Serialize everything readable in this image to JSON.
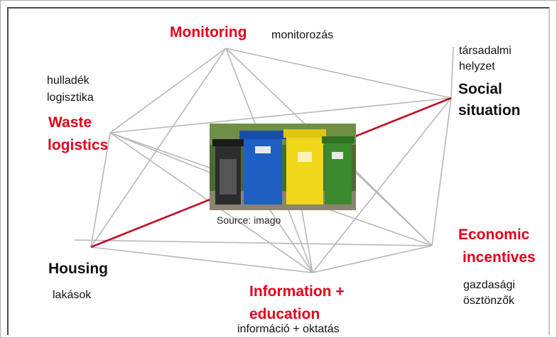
{
  "nodes": {
    "monitoring": {
      "en": "Monitoring",
      "hu": "monitorozás"
    },
    "social": {
      "hu_line1": "társadalmi",
      "hu_line2": "helyzet",
      "en_line1": "Social",
      "en_line2": "situation"
    },
    "waste": {
      "hu_line1": "hulladék",
      "hu_line2": "logisztika",
      "en_line1": "Waste",
      "en_line2": "logistics"
    },
    "housing": {
      "en": "Housing",
      "hu": "lakások"
    },
    "information": {
      "en_line1": "Information +",
      "en_line2": "education",
      "hu": "információ + oktatás"
    },
    "economic": {
      "en_line1": "Economic",
      "en_line2": "incentives",
      "hu_line1": "gazdasági",
      "hu_line2": "ösztönzők"
    }
  },
  "image": {
    "caption": "Source: imago",
    "subject": "recycling-bins-photo"
  },
  "colors": {
    "accent": "#e0001b",
    "edge": "#b8b8b8",
    "highlight_edge": "#c0102a"
  }
}
